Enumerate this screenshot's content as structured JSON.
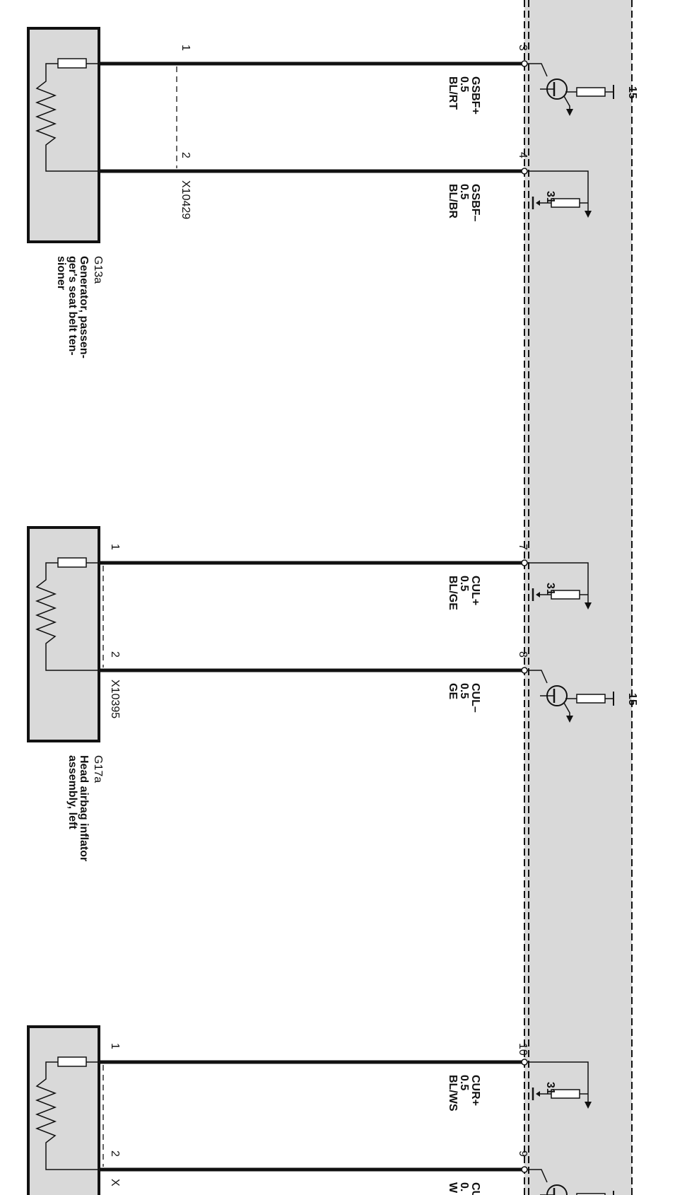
{
  "components": [
    {
      "id": "G13a",
      "name_lines": [
        "Generator, passen-",
        "ger's seat belt ten-",
        "sioner"
      ],
      "connector": "X10429",
      "pin_a": "1",
      "pin_b": "2"
    },
    {
      "id": "G17a",
      "name_lines": [
        "Head airbag inflator",
        "assembly, left"
      ],
      "connector": "X10395",
      "pin_a": "1",
      "pin_b": "2"
    },
    {
      "id": "",
      "name_lines": [],
      "connector": "X",
      "pin_a": "1",
      "pin_b": "2"
    }
  ],
  "wires": [
    {
      "pin": "3",
      "signal": "GSBF+",
      "size": "0.5",
      "color": "BL/RT",
      "ground": "15"
    },
    {
      "pin": "4",
      "signal": "GSBF–",
      "size": "0.5",
      "color": "BL/BR",
      "ground": "31"
    },
    {
      "pin": "7",
      "signal": "CUL+",
      "size": "0.5",
      "color": "BL/GE",
      "ground": "31"
    },
    {
      "pin": "8",
      "signal": "CUL–",
      "size": "0.5",
      "color": "GE",
      "ground": "15"
    },
    {
      "pin": "10",
      "signal": "CUR+",
      "size": "0.5",
      "color": "BL/WS",
      "ground": "31"
    },
    {
      "pin": "9",
      "signal": "CU",
      "size": "0.",
      "color": "W",
      "ground": ""
    }
  ],
  "colors": {
    "component_fill": "#d9d9d9",
    "module_fill": "#d9d9d9",
    "line": "#111111"
  }
}
